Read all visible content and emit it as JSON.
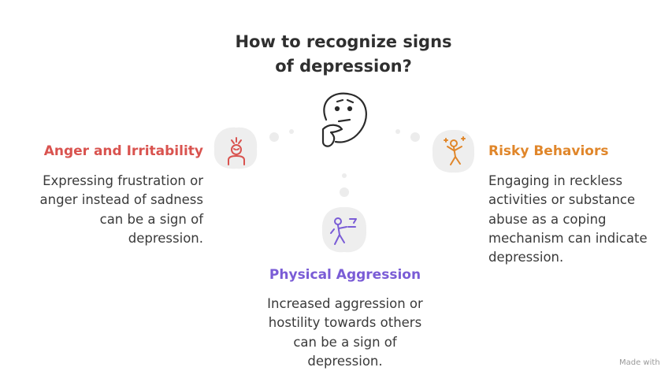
{
  "title": {
    "line1": "How to recognize signs",
    "line2": "of depression?"
  },
  "items": [
    {
      "heading": "Anger and Irritability",
      "color": "#d9534f",
      "icon": "angry-person-icon",
      "desc": [
        "Expressing frustration or",
        "anger instead of sadness",
        "can be a sign of",
        "depression."
      ]
    },
    {
      "heading": "Physical Aggression",
      "color": "#7a5cd6",
      "icon": "fighting-person-icon",
      "desc": [
        "Increased aggression or",
        "hostility towards others",
        "can be a sign of",
        "depression."
      ]
    },
    {
      "heading": "Risky Behaviors",
      "color": "#e0862a",
      "icon": "risky-person-icon",
      "desc": [
        "Engaging in reckless",
        "activities or substance",
        "abuse as a coping",
        "mechanism can indicate",
        "depression."
      ]
    }
  ],
  "center_icon": "thinking-face-icon",
  "footer": "Made with"
}
